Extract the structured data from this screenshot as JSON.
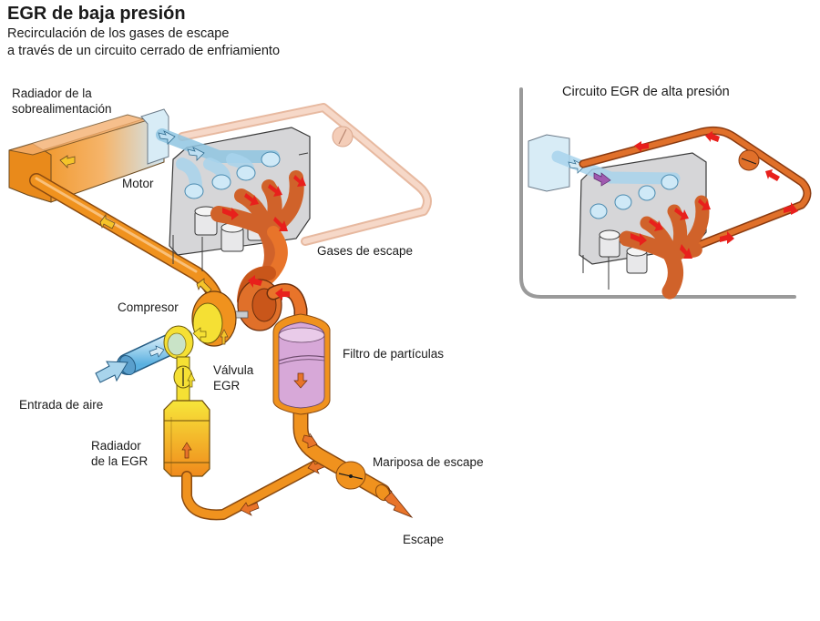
{
  "header": {
    "title": "EGR de baja presión",
    "subtitle_line1": "Recirculación de los gases de escape",
    "subtitle_line2": "a través de un circuito cerrado de enfriamiento"
  },
  "labels": {
    "charge_cooler_line1": "Radiador de la",
    "charge_cooler_line2": "sobrealimentación",
    "engine": "Motor",
    "exhaust_gases": "Gases de escape",
    "compressor": "Compresor",
    "particulate_filter": "Filtro de partículas",
    "egr_valve_line1": "Válvula",
    "egr_valve_line2": "EGR",
    "air_intake": "Entrada de aire",
    "egr_cooler_line1": "Radiador",
    "egr_cooler_line2": "de la EGR",
    "exhaust_throttle": "Mariposa de escape",
    "exhaust": "Escape"
  },
  "inset": {
    "title": "Circuito EGR de alta presión"
  },
  "colors": {
    "charge_pipe": "#f0921e",
    "exhaust_pipe": "#e8742a",
    "exhaust_dark": "#c9561a",
    "intake_air": "#a8d4ec",
    "egr_yellow": "#f5e034",
    "filter_purple": "#d7a8d8",
    "engine_block": "#d6d6d8",
    "arrow_red": "#e8201c",
    "inactive_pipe": "#f2c9b4"
  }
}
